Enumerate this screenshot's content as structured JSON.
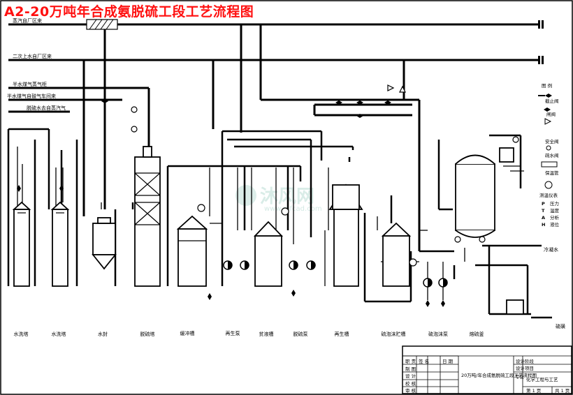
{
  "title": "A2-20万吨年合成氨脱硫工段工艺流程图",
  "pipe_labels": [
    "蒸汽自厂区来",
    "二次上水自厂区来",
    "半水煤气蒸气柜",
    "半水煤气自鼓气车间来",
    "脱硫水去自蒸汽气"
  ],
  "equipment_labels": [
    "水洗塔",
    "水洗塔",
    "水封",
    "脱硫塔",
    "缓冲槽",
    "再生泵",
    "贫液槽",
    "脱硫泵",
    "再生槽",
    "硫泡沫贮槽",
    "硫泡沫泵",
    "熔硫釜"
  ],
  "tag_labels": [
    "冷凝水",
    "硫磺"
  ],
  "legend": {
    "title": "图 例",
    "items": [
      "截止阀",
      "闸阀",
      "安全阀",
      "疏水阀",
      "保温管",
      "测温仪表",
      "压力",
      "温度",
      "分析",
      "液位"
    ],
    "letters": [
      "P",
      "T",
      "A",
      "H"
    ]
  },
  "watermark": {
    "logo_text": "沐风网",
    "url": "www.mfcad.com"
  },
  "title_block": {
    "rows": [
      "职 责",
      "制 图",
      "设 计",
      "校 核",
      "审 核"
    ],
    "col_headers": [
      "签 名",
      "日 期"
    ],
    "drawing_name": "20万吨/年合成氨脱硫工段工艺流程图",
    "side_labels": [
      "设计阶段",
      "设计项目"
    ],
    "school": "化学工程与工艺",
    "stage_mark": "专业",
    "page_label": "第 1 页",
    "total_label": "共 1 页"
  }
}
